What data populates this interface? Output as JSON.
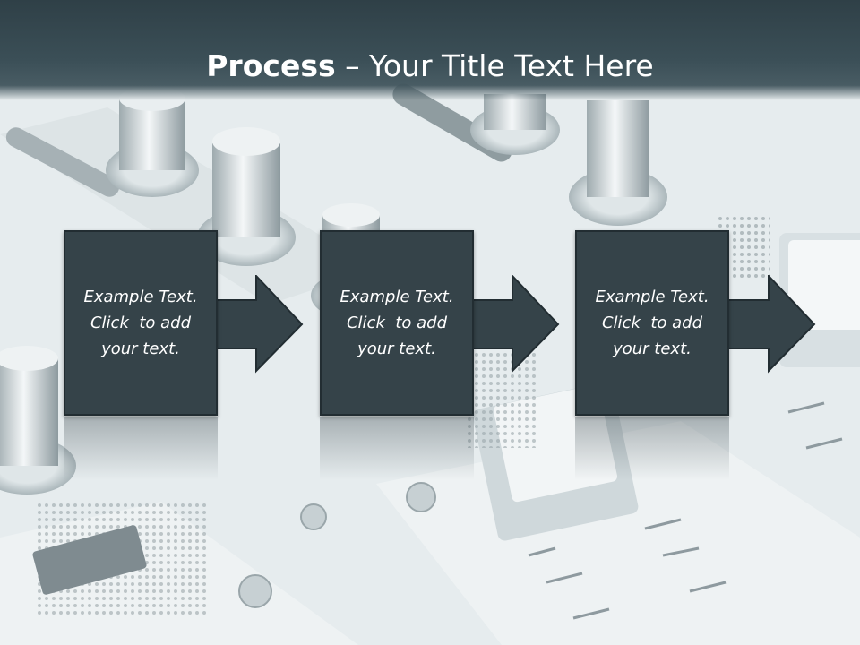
{
  "title": {
    "bold": "Process",
    "rest": " – Your Title Text Here"
  },
  "steps": [
    {
      "line1": "Example Text.",
      "line2": "Click  to add",
      "line3": "your text."
    },
    {
      "line1": "Example Text.",
      "line2": "Click  to add",
      "line3": "your text."
    },
    {
      "line1": "Example Text.",
      "line2": "Click  to add",
      "line3": "your text."
    }
  ],
  "colors": {
    "box": "#354349",
    "title_bar": "#3b4f57",
    "text": "#ffffff"
  }
}
